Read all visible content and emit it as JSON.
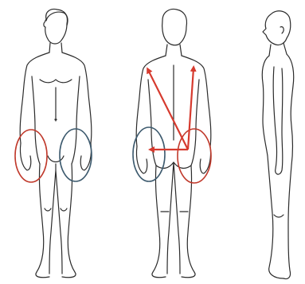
{
  "figures": [
    {
      "id": "front",
      "view": "front"
    },
    {
      "id": "back",
      "view": "back"
    },
    {
      "id": "side",
      "view": "side"
    }
  ],
  "colors": {
    "outline": "#2b2b2b",
    "red_marker": "#c0392b",
    "blue_marker": "#3d5a6e",
    "arrow": "#d63a2e",
    "background": "#ffffff"
  },
  "markers": [
    {
      "figure": "front",
      "side": "right",
      "color": "red"
    },
    {
      "figure": "front",
      "side": "left",
      "color": "blue"
    },
    {
      "figure": "back",
      "side": "left",
      "color": "blue"
    },
    {
      "figure": "back",
      "side": "right",
      "color": "red"
    }
  ],
  "arrows": [
    {
      "figure": "back",
      "direction": "up-left"
    },
    {
      "figure": "back",
      "direction": "up"
    },
    {
      "figure": "back",
      "direction": "left"
    }
  ]
}
